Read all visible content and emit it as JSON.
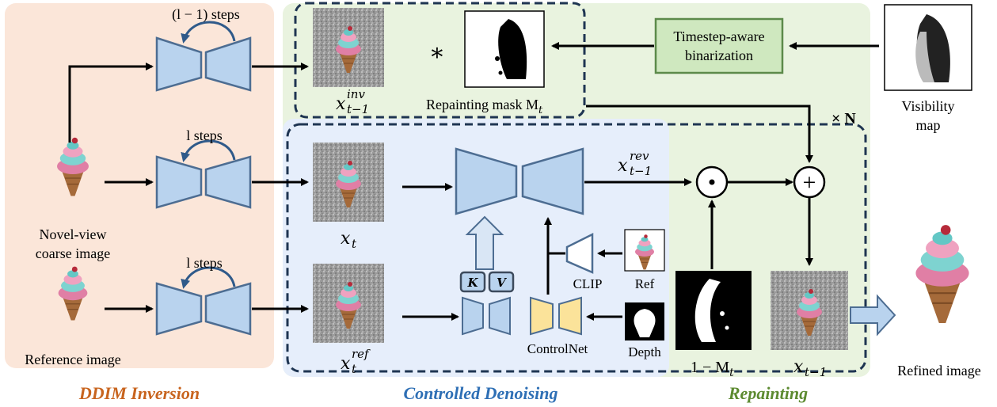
{
  "sections": {
    "ddim_inversion": "DDIM Inversion",
    "controlled_denoising": "Controlled Denoising",
    "repainting": "Repainting"
  },
  "colors": {
    "ddim_bg": "#fbe6d9",
    "denoise_bg": "#e6eefb",
    "repaint_bg": "#e9f3df",
    "unet_fill": "#b9d3ee",
    "unet_stroke": "#4d6d92",
    "controlnet_fill": "#fbe39a",
    "binarize_fill": "#cfe8bf",
    "binarize_stroke": "#5c8a4a",
    "ddim_label": "#c8641e",
    "denoise_label": "#2e6fb5",
    "repaint_label": "#5c8a30"
  },
  "labels": {
    "steps_l_minus_1": "(l − 1) steps",
    "steps_l_top": "l steps",
    "steps_l_bottom": "l steps",
    "novel_view_line1": "Novel-view",
    "novel_view_line2": "coarse image",
    "reference_image": "Reference image",
    "x_inv_main": "x",
    "x_inv_sup": "inv",
    "x_inv_sub": "t−1",
    "star": "∗",
    "repainting_mask": "Repainting mask M",
    "repainting_mask_sub": "t",
    "binarization_line1": "Timestep-aware",
    "binarization_line2": "binarization",
    "visibility_line1": "Visibility",
    "visibility_line2": "map",
    "times_n": "× N",
    "x_t_main": "x",
    "x_t_sub": "t",
    "x_ref_main": "x",
    "x_ref_sup": "ref",
    "x_ref_sub": "t",
    "x_rev_main": "x",
    "x_rev_sup": "rev",
    "x_rev_sub": "t−1",
    "k_label": "K",
    "v_label": "V",
    "clip": "CLIP",
    "ref": "Ref",
    "controlnet": "ControlNet",
    "depth": "Depth",
    "one_minus_mt": "1 − M",
    "one_minus_mt_sub": "t",
    "x_tm1_main": "x",
    "x_tm1_sub": "t−1",
    "refined_image": "Refined image",
    "odot": "⊙",
    "oplus": "+"
  }
}
